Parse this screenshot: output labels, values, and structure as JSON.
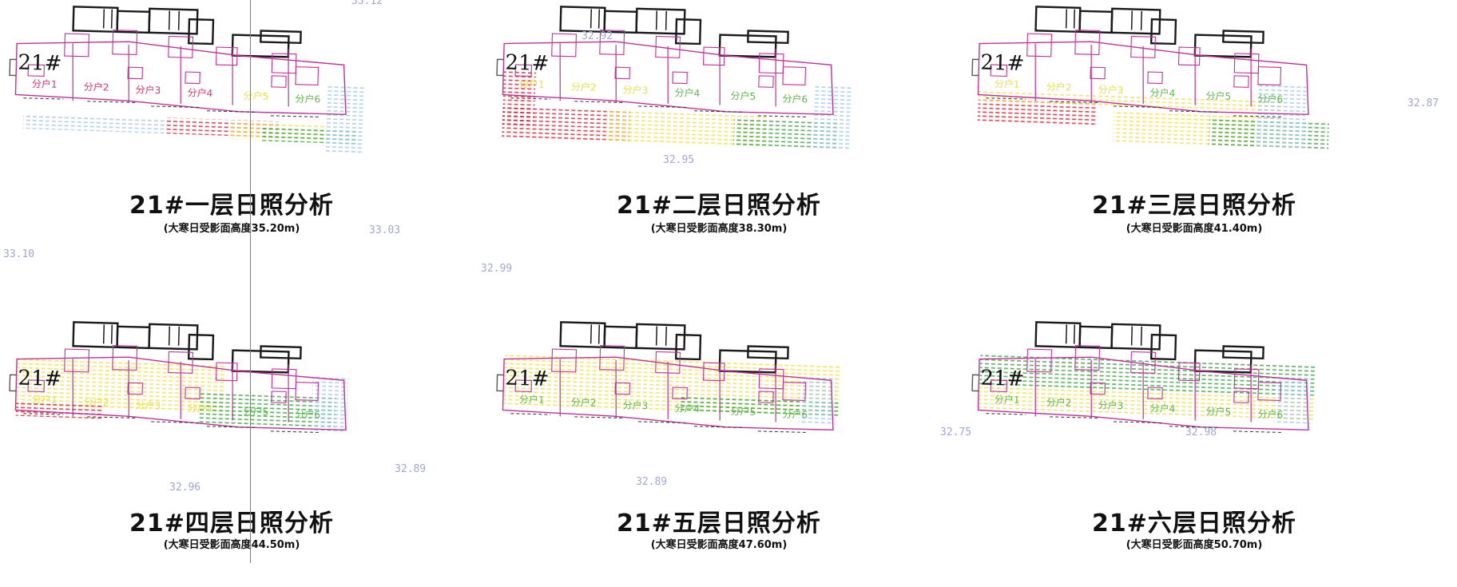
{
  "panels": [
    {
      "title": "21#一层日照分析",
      "subtitle": "(大寒日受影面高度35.20m)",
      "label": "21#",
      "units": [
        "分户1",
        "分户2",
        "分户3",
        "分户4",
        "分户5",
        "分户6"
      ],
      "unit_colors": [
        "#e0306a",
        "#e0306a",
        "#e0306a",
        "#e0306a",
        "#e8e04a",
        "#5cb84a"
      ]
    },
    {
      "title": "21#二层日照分析",
      "subtitle": "(大寒日受影面高度38.30m)",
      "label": "21#",
      "units": [
        "分户1",
        "分户2",
        "分户3",
        "分户4",
        "分户5",
        "分户6"
      ],
      "unit_colors": [
        "#e8e04a",
        "#e8e04a",
        "#e8e04a",
        "#5cb84a",
        "#5cb84a",
        "#5cb84a"
      ]
    },
    {
      "title": "21#三层日照分析",
      "subtitle": "(大寒日受影面高度41.40m)",
      "label": "21#",
      "units": [
        "分户1",
        "分户2",
        "分户3",
        "分户4",
        "分户5",
        "分户6"
      ],
      "unit_colors": [
        "#e8e04a",
        "#e8e04a",
        "#e8e04a",
        "#5cb84a",
        "#5cb84a",
        "#5cb84a"
      ]
    },
    {
      "title": "21#四层日照分析",
      "subtitle": "(大寒日受影面高度44.50m)",
      "label": "21#",
      "units": [
        "分户1",
        "分户2",
        "分户3",
        "分户4",
        "分户5",
        "分户6"
      ],
      "unit_colors": [
        "#e8e04a",
        "#e8e04a",
        "#e8e04a",
        "#e8e04a",
        "#5cb84a",
        "#5cb84a"
      ]
    },
    {
      "title": "21#五层日照分析",
      "subtitle": "(大寒日受影面高度47.60m)",
      "label": "21#",
      "units": [
        "分户1",
        "分户2",
        "分户3",
        "分户4",
        "分户5",
        "分户6"
      ],
      "unit_colors": [
        "#5cb84a",
        "#5cb84a",
        "#5cb84a",
        "#5cb84a",
        "#5cb84a",
        "#5cb84a"
      ]
    },
    {
      "title": "21#六层日照分析",
      "subtitle": "(大寒日受影面高度50.70m)",
      "label": "21#",
      "units": [
        "分户1",
        "分户2",
        "分户3",
        "分户4",
        "分户5",
        "分户6"
      ],
      "unit_colors": [
        "#5cb84a",
        "#5cb84a",
        "#5cb84a",
        "#5cb84a",
        "#5cb84a",
        "#5cb84a"
      ]
    }
  ],
  "elevations": [
    "33.12",
    "32.92",
    "32.87",
    "32.95",
    "33.03",
    "33.10",
    "32.99",
    "32.96",
    "32.89",
    "32.89",
    "32.75",
    "32.98"
  ],
  "colors": {
    "plan_pink": "#c0309a",
    "wall_black": "#1a1a1a",
    "shade_red": "#d42030",
    "shade_yellow": "#eee04a",
    "shade_green": "#3aa040",
    "shade_blue": "#9ec8e8",
    "elev_text": "#9fa6d8"
  }
}
